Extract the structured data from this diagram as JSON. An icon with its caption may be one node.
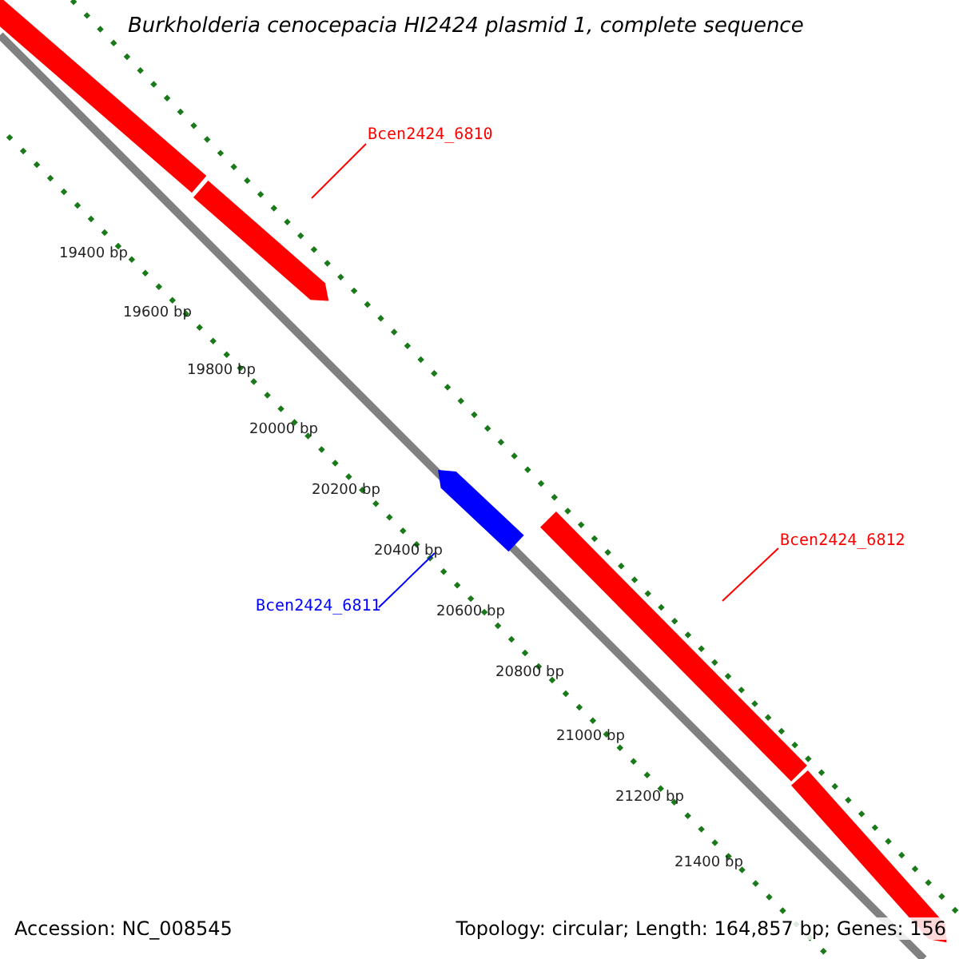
{
  "diagram": {
    "title": "Burkholderia cenocepacia HI2424 plasmid 1, complete sequence",
    "nodes": [
      {
        "text": [],
        "shape": "bar"
      },
      {
        "text": [
          "Bcen2424_6810"
        ]
      },
      {
        "text": [],
        "shape": "arrow"
      },
      {
        "text": [],
        "shape": "arrow"
      },
      {
        "text": [
          "Bcen2424_6811"
        ]
      },
      {
        "text": [
          "Bcen2424_6812"
        ]
      },
      {
        "text": [],
        "shape": "bar"
      },
      {
        "text": [],
        "shape": "arrow"
      }
    ],
    "edges": [
      {
        "from": 1,
        "to": 2,
        "arrow": "none"
      },
      {
        "from": 4,
        "to": 3,
        "arrow": "none",
        "color": "#0000ff"
      },
      {
        "from": 5,
        "to": 6,
        "arrow": "none"
      }
    ],
    "labels": [
      "19400 bp",
      "19600 bp",
      "19800 bp",
      "20000 bp",
      "20200 bp",
      "20400 bp",
      "20600 bp",
      "20800 bp",
      "21000 bp",
      "21200 bp",
      "21400 bp",
      "Accession: NC_008545",
      "Topology: circular; Length: 164,857 bp; Genes: 156"
    ]
  }
}
